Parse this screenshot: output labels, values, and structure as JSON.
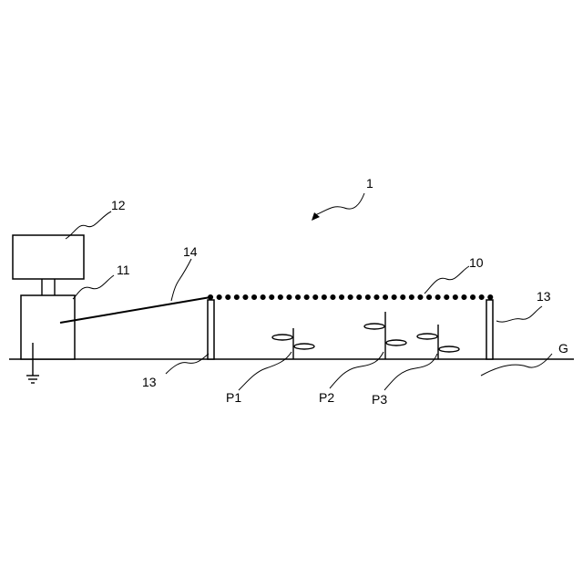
{
  "labels": {
    "system": "1",
    "wire": "10",
    "device": "11",
    "monitor": "12",
    "post": "13",
    "lead": "14",
    "ground": "G",
    "plant1": "P1",
    "plant2": "P2",
    "plant3": "P3"
  }
}
